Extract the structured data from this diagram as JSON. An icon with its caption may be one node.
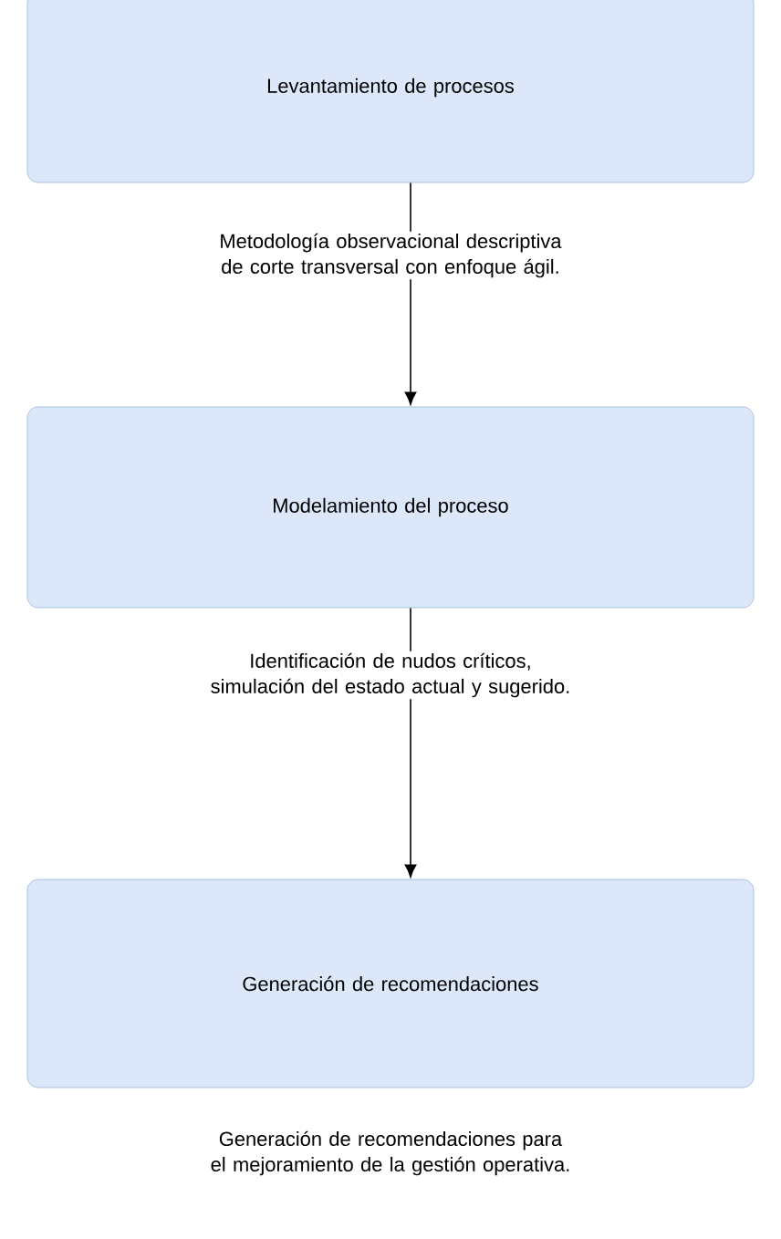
{
  "diagram": {
    "nodes": [
      {
        "text": [
          "Levantamiento de procesos"
        ],
        "beside": [
          "Metodología observacional descriptiva de corte transversal con enfoque ágil."
        ]
      },
      {
        "text": [
          "Modelamiento del proceso"
        ],
        "beside": [
          "Identificación de nudos críticos, simulación del estado actual y sugerido."
        ]
      },
      {
        "text": [
          "Generación de recomendaciones"
        ],
        "beside": [
          "Generación de recomendaciones para el mejoramiento de la gestión operativa."
        ]
      }
    ],
    "edges": [
      {
        "from": 0,
        "to": 1,
        "arrow": "to"
      },
      {
        "from": 1,
        "to": 2,
        "arrow": "to"
      }
    ]
  }
}
